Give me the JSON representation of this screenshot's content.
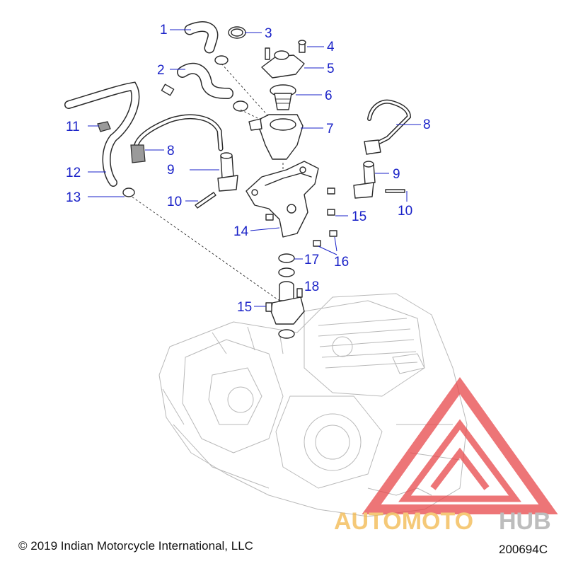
{
  "footer": {
    "copyright": "© 2019 Indian Motorcycle International, LLC",
    "diagram_id": "200694C"
  },
  "watermark": {
    "text_part1": "AUTOMOTO",
    "text_part2": "HUB",
    "color_primary": "#f2b84b",
    "color_secondary": "#a8a8a8",
    "triangle_color": "#e8474a"
  },
  "callouts": [
    "1",
    "2",
    "3",
    "4",
    "5",
    "6",
    "7",
    "8",
    "8",
    "9",
    "9",
    "10",
    "10",
    "11",
    "12",
    "13",
    "14",
    "15",
    "15",
    "16",
    "17",
    "18"
  ],
  "colors": {
    "callout": "#1a22c8",
    "outline": "#2a2a2a",
    "engine": "#b9b9b9"
  }
}
